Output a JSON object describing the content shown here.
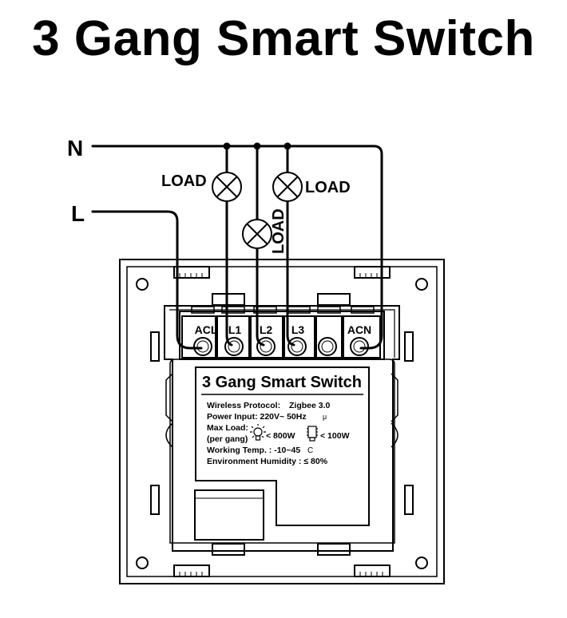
{
  "title": "3 Gang Smart Switch",
  "wires": {
    "neutral": "N",
    "live": "L"
  },
  "loads": [
    "LOAD",
    "LOAD",
    "LOAD"
  ],
  "terminals": [
    "ACL",
    "L1",
    "L2",
    "L3",
    "",
    "ACN"
  ],
  "sticker": {
    "title": "3 Gang Smart Switch",
    "protocol_label": "Wireless Protocol:",
    "protocol_value": "Zigbee 3.0",
    "power_label": "Power Input: 220V~ 50Hz",
    "power_mark": "μ",
    "max_load_label": "Max Load:",
    "per_gang": "(per gang)",
    "lamp_load": "< 800W",
    "led_load": "< 100W",
    "temp_label": "Working Temp. :  -10~45",
    "temp_unit": "C",
    "humidity_label": "Environment Humidity : ≤ 80%"
  }
}
